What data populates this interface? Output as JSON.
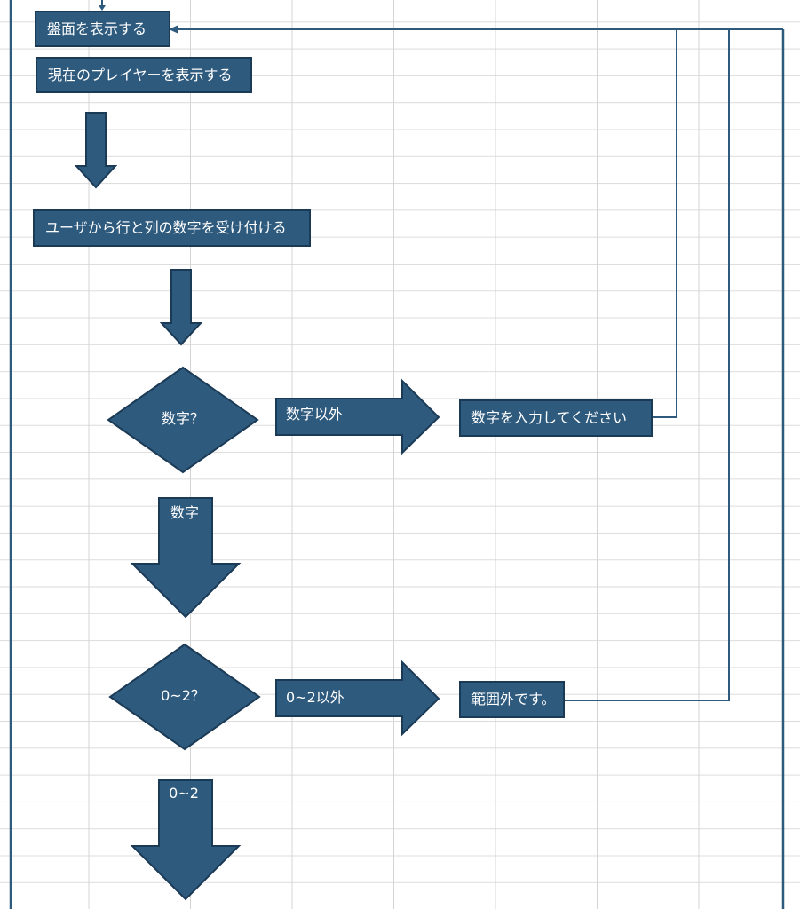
{
  "boxes": {
    "show_board": "盤面を表示する",
    "show_player": "現在のプレイヤーを表示する",
    "get_input": "ユーザから行と列の数字を受け付ける",
    "enter_number_msg": "数字を入力してください",
    "out_of_range_msg": "範囲外です。"
  },
  "decisions": {
    "is_number": "数字？",
    "is_in_range": "0~2？"
  },
  "arrows": {
    "not_number": "数字以外",
    "number": "数字",
    "out_of_range": "0~2以外",
    "in_range": "0~2"
  },
  "colors": {
    "fill": "#2e5a7e",
    "border": "#1b3a55",
    "connector": "#2e5a7e",
    "grid": "#d4d4d4"
  }
}
